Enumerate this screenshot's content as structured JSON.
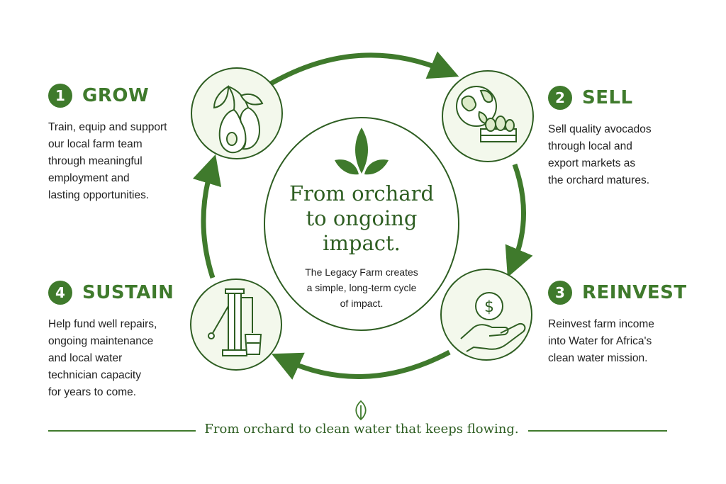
{
  "colors": {
    "accent": "#3f7a2c",
    "dark_green": "#2e5e22",
    "circle_fill": "#f3f8ec"
  },
  "steps": [
    {
      "num": "1",
      "title": "GROW",
      "desc": [
        "Train, equip and support",
        "our local farm team",
        "through meaningful",
        "employment and",
        "lasting opportunities."
      ],
      "icon": "avocado-icon"
    },
    {
      "num": "2",
      "title": "SELL",
      "desc": [
        "Sell quality avocados",
        "through local and",
        "export markets as",
        "the orchard matures."
      ],
      "icon": "globe-crate-icon"
    },
    {
      "num": "3",
      "title": "REINVEST",
      "desc": [
        "Reinvest farm income",
        "into Water for Africa's",
        "clean water mission."
      ],
      "icon": "hand-coin-icon"
    },
    {
      "num": "4",
      "title": "SUSTAIN",
      "desc": [
        "Help fund well repairs,",
        "ongoing maintenance",
        "and local water",
        "technician capacity",
        "for years to come."
      ],
      "icon": "water-pump-icon"
    }
  ],
  "center": {
    "title": [
      "From orchard",
      "to ongoing",
      "impact."
    ],
    "subtitle": [
      "The Legacy Farm creates",
      "a simple, long-term cycle",
      "of impact."
    ]
  },
  "footer": {
    "text": "From orchard to clean water that keeps flowing."
  }
}
